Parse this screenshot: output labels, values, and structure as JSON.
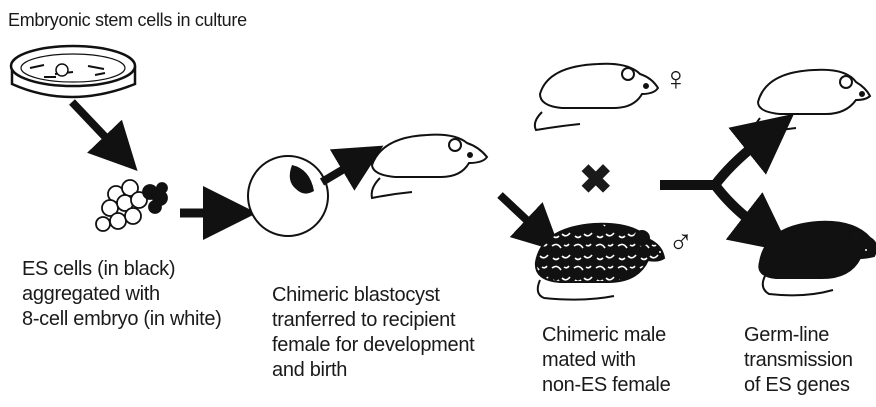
{
  "title": "Embryonic stem cells in culture",
  "captions": {
    "es_cells": [
      "ES cells (in black)",
      "aggregated with",
      "8-cell embryo (in white)"
    ],
    "blastocyst": [
      "Chimeric blastocyst",
      "tranferred to recipient",
      "female for development",
      "and birth"
    ],
    "chimeric_male": [
      "Chimeric male",
      "mated with",
      "non-ES female"
    ],
    "germline": [
      "Germ-line",
      "transmission",
      "of ES genes"
    ]
  },
  "symbols": {
    "cross": "✖",
    "female": "♀",
    "male": "♂"
  }
}
